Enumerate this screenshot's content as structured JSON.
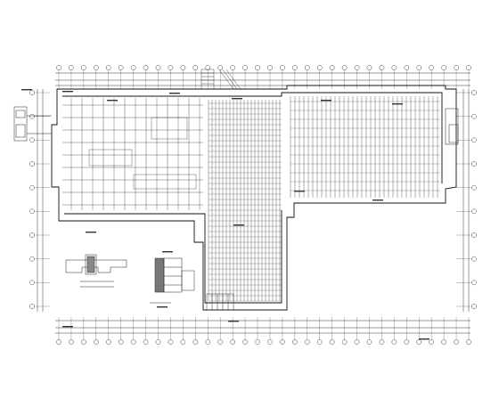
{
  "drawing": {
    "kind": "floor-plan",
    "line_color": "#1a1a1a",
    "grid_color": "#444444",
    "background": "#ffffff",
    "top_axis_count": 34,
    "bottom_axis_count": 34,
    "left_axis_count": 10,
    "right_axis_count": 10
  }
}
